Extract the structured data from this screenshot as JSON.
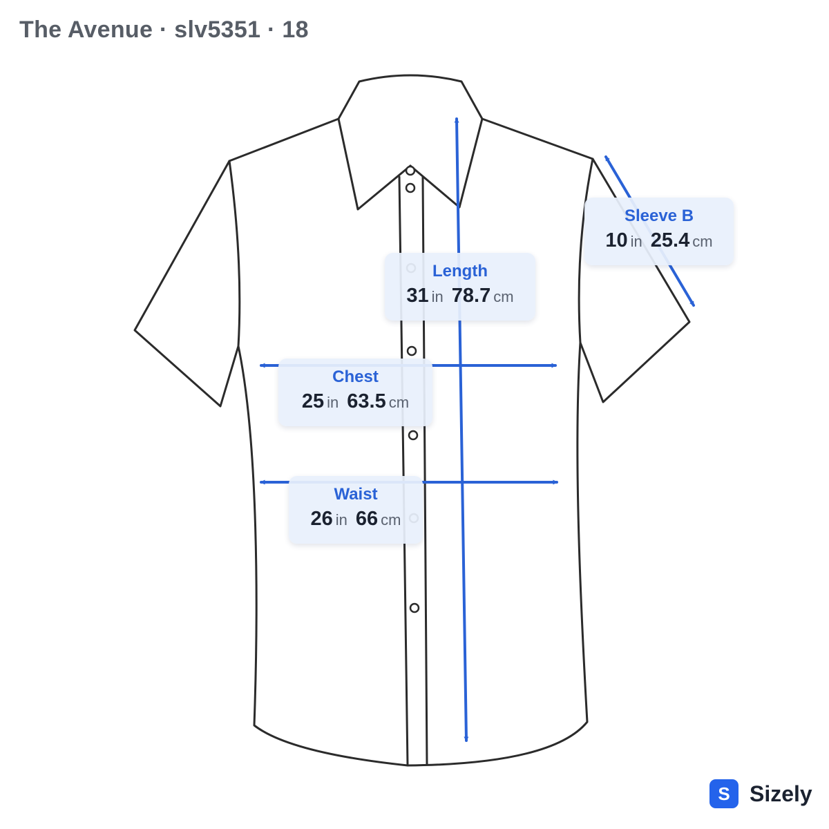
{
  "header": {
    "title": "The Avenue · slv5351 · 18"
  },
  "colors": {
    "accent": "#2a62d6",
    "outline": "#2b2b2b",
    "brand": "#2463eb"
  },
  "measurements": {
    "length": {
      "name": "Length",
      "in": "31",
      "in_unit": "in",
      "cm": "78.7",
      "cm_unit": "cm"
    },
    "sleeve": {
      "name": "Sleeve B",
      "in": "10",
      "in_unit": "in",
      "cm": "25.4",
      "cm_unit": "cm"
    },
    "chest": {
      "name": "Chest",
      "in": "25",
      "in_unit": "in",
      "cm": "63.5",
      "cm_unit": "cm"
    },
    "waist": {
      "name": "Waist",
      "in": "26",
      "in_unit": "in",
      "cm": "66",
      "cm_unit": "cm"
    }
  },
  "brand": {
    "logo_letter": "S",
    "name": "Sizely"
  }
}
